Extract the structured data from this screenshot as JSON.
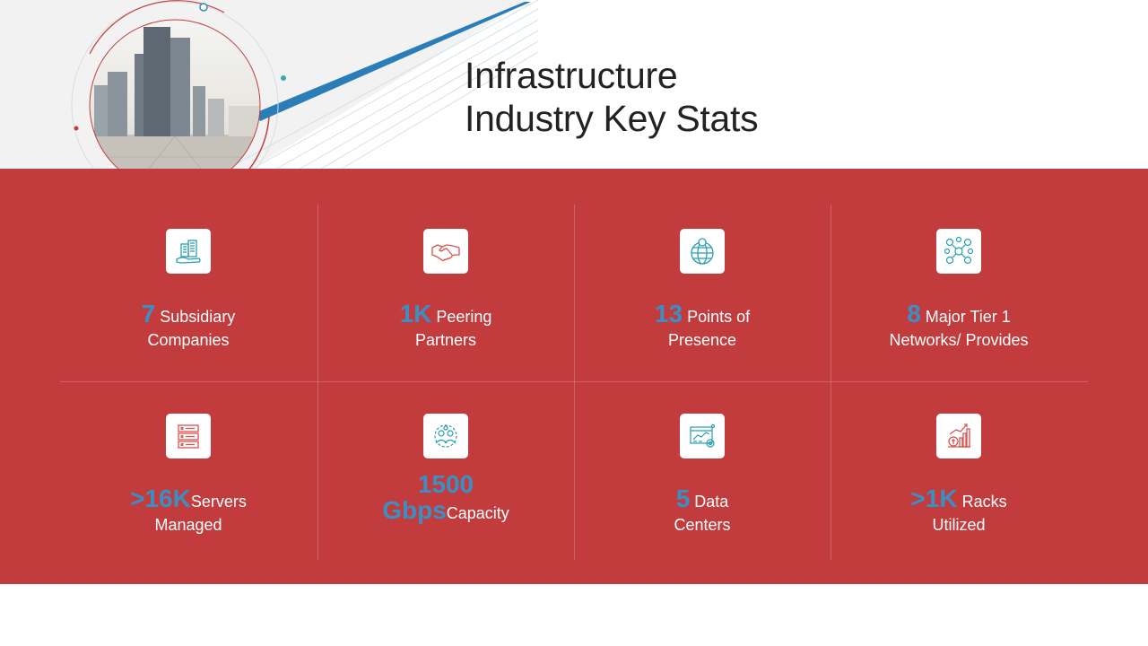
{
  "title": {
    "line1": "Infrastructure",
    "line2": "Industry Key Stats"
  },
  "colors": {
    "band": "#c33c3d",
    "accent": "#3a8fc4",
    "icon_stroke": "#2a9db0",
    "icon_red": "#d9534f"
  },
  "stats": [
    {
      "icon": "buildings-hand-icon",
      "number": "7",
      "text1": "Subsidiary",
      "text2": "Companies"
    },
    {
      "icon": "handshake-icon",
      "number": "1K",
      "text1": "Peering",
      "text2": "Partners"
    },
    {
      "icon": "globe-icon",
      "number": "13",
      "text1": "Points of",
      "text2": "Presence"
    },
    {
      "icon": "network-icon",
      "number": "8",
      "text1": "Major Tier 1",
      "text2": "Networks/ Provides"
    },
    {
      "icon": "servers-icon",
      "number": ">16K",
      "text1": "Servers",
      "text2": "Managed"
    },
    {
      "icon": "team-gear-icon",
      "number": "1500",
      "number2": "Gbps",
      "text1": "Capacity"
    },
    {
      "icon": "dashboard-icon",
      "number": "5",
      "text1": "Data",
      "text2": "Centers"
    },
    {
      "icon": "rack-chart-icon",
      "number": ">1K",
      "text1": "Racks",
      "text2": "Utilized"
    }
  ]
}
